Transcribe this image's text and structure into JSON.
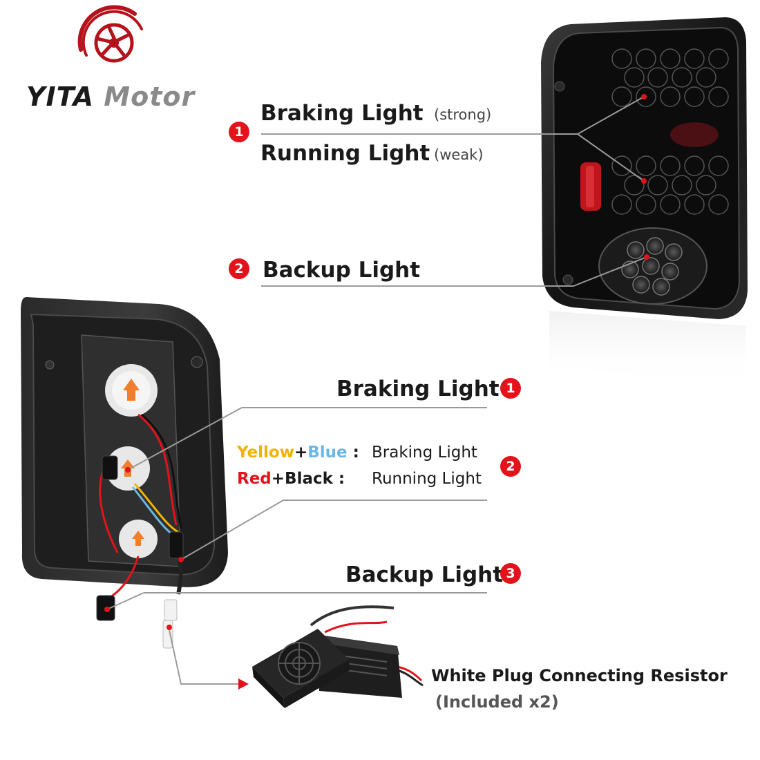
{
  "logo": {
    "brand_part1": "YITA",
    "brand_part2": "Motor",
    "brand_color_1": "#1a1a1a",
    "brand_color_2": "#8a8a8a",
    "accent_color": "#b5121b"
  },
  "top_section": {
    "item1": {
      "badge": "1",
      "braking_label": "Braking Light",
      "braking_note": "(strong)",
      "running_label": "Running Light",
      "running_note": "(weak)"
    },
    "item2": {
      "badge": "2",
      "label": "Backup Light"
    }
  },
  "back_section": {
    "braking": {
      "badge": "1",
      "label": "Braking Light"
    },
    "wires": {
      "badge": "2",
      "line1": {
        "color_a": "Yellow",
        "plus": "+",
        "color_b": "Blue",
        "colon": " :",
        "function": "Braking Light"
      },
      "line2": {
        "color_a": "Red",
        "rest": "+Black :",
        "function": "Running Light"
      }
    },
    "backup": {
      "badge": "3",
      "label": "Backup Light"
    }
  },
  "resistor": {
    "label": "White Plug Connecting Resistor",
    "note": "(Included x2)"
  },
  "colors": {
    "badge_red": "#e3121b",
    "wire_yellow": "#f0b400",
    "wire_blue": "#6ab7e8",
    "wire_red": "#e3121b",
    "leader_line": "#9a9a9a"
  },
  "icons": [
    "wheel-logo-icon",
    "taillight-front-image",
    "taillight-back-image",
    "resistor-image"
  ]
}
